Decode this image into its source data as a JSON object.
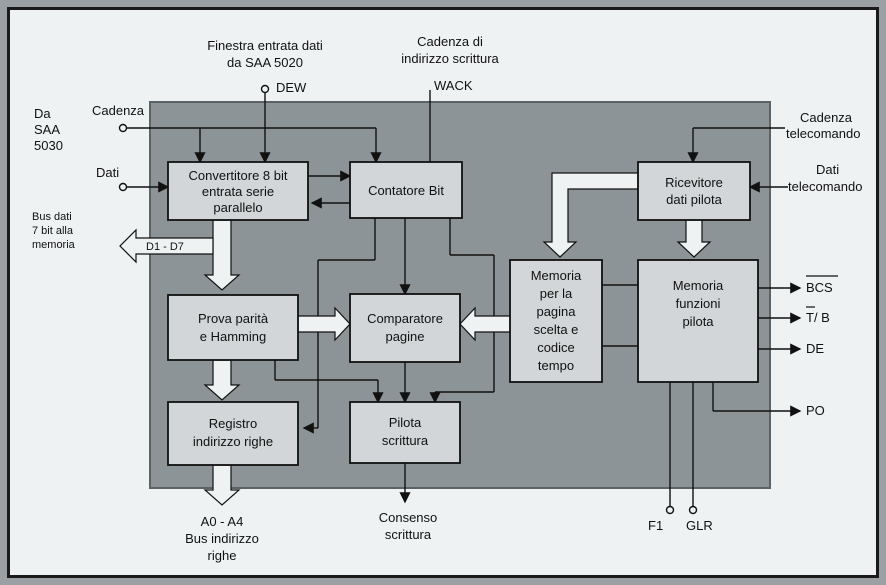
{
  "blocks": {
    "converter": [
      "Convertitore 8 bit",
      "entrata serie",
      "parallelo"
    ],
    "counter": [
      "Contatore Bit"
    ],
    "receiver": [
      "Ricevitore",
      "dati pilota"
    ],
    "parity": [
      "Prova parità",
      "e Hamming"
    ],
    "comparator": [
      "Comparatore",
      "pagine"
    ],
    "page_memory": [
      "Memoria",
      "per la",
      "pagina",
      "scelta e",
      "codice",
      "tempo"
    ],
    "func_memory": [
      "Memoria",
      "funzioni",
      "pilota"
    ],
    "row_register": [
      "Registro",
      "indirizzo righe"
    ],
    "write_driver": [
      "Pilota",
      "scrittura"
    ]
  },
  "labels": {
    "window_top": [
      "Finestra entrata dati",
      "da SAA 5020"
    ],
    "dew": "DEW",
    "cadence_top": [
      "Cadenza di",
      "indirizzo scrittura"
    ],
    "wack": "WACK",
    "da_saa": [
      "Da",
      "SAA",
      "5030"
    ],
    "cadenza": "Cadenza",
    "dati": "Dati",
    "cad_tele": [
      "Cadenza",
      "telecomando"
    ],
    "dati_tele": [
      "Dati",
      "telecomando"
    ],
    "bus_data": [
      "Bus dati",
      "7 bit alla",
      "memoria"
    ],
    "d1d7": "D1 - D7",
    "bcs": "BCS",
    "tb": "T/ B",
    "de": "DE",
    "po": "PO",
    "f1": "F1",
    "glr": "GLR",
    "a0a4": "A0 - A4",
    "bus_rows": [
      "Bus indirizzo",
      "righe"
    ],
    "consenso": [
      "Consenso",
      "scrittura"
    ]
  }
}
